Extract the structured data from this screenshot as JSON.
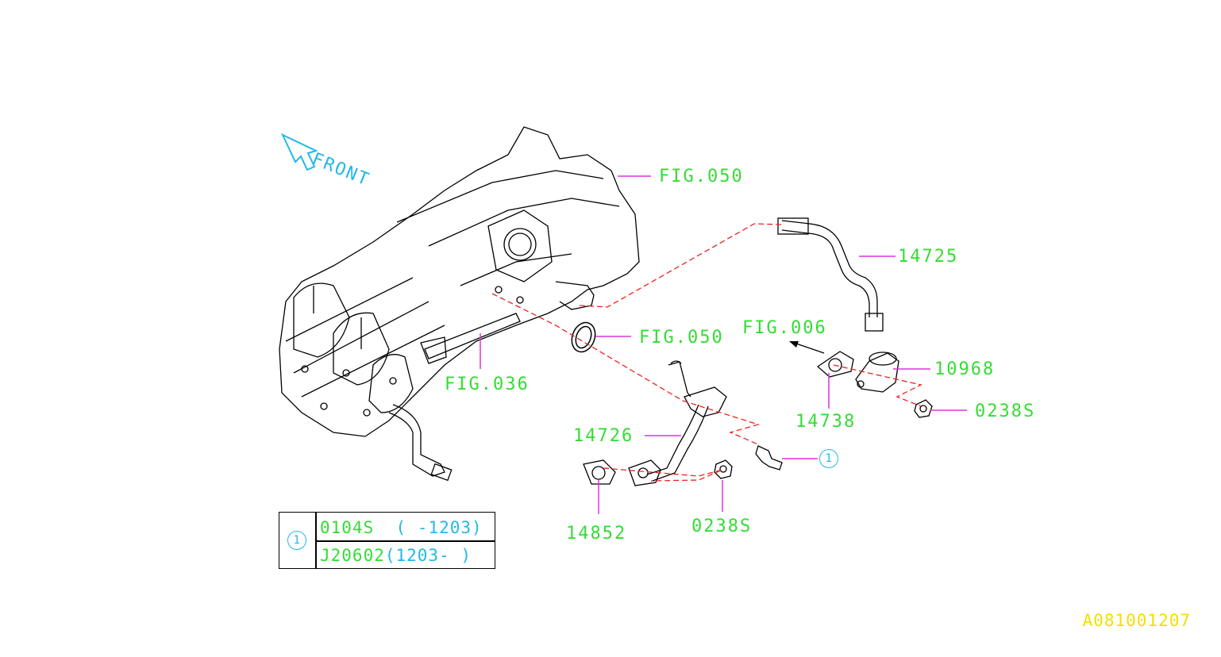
{
  "front_label": "FRONT",
  "labels": {
    "fig050_top": "FIG.050",
    "fig050_mid": "FIG.050",
    "fig036": "FIG.036",
    "fig006": "FIG.006",
    "p14725": "14725",
    "p10968": "10968",
    "p0238s_right": "0238S",
    "p14738": "14738",
    "p14726": "14726",
    "p14852": "14852",
    "p0238s_bottom": "0238S"
  },
  "callout_marker": "1",
  "legend": {
    "marker": "1",
    "rows": [
      {
        "part": "0104S",
        "range": "( -1203)"
      },
      {
        "part": "J20602",
        "range": "(1203- )"
      }
    ]
  },
  "diagram_code": "A081001207",
  "colors": {
    "label_green": "#33dd33",
    "leader_magenta": "#dd33dd",
    "dash_red": "#ee2222",
    "accent_cyan": "#22b8e8",
    "code_yellow": "#f0e000"
  }
}
